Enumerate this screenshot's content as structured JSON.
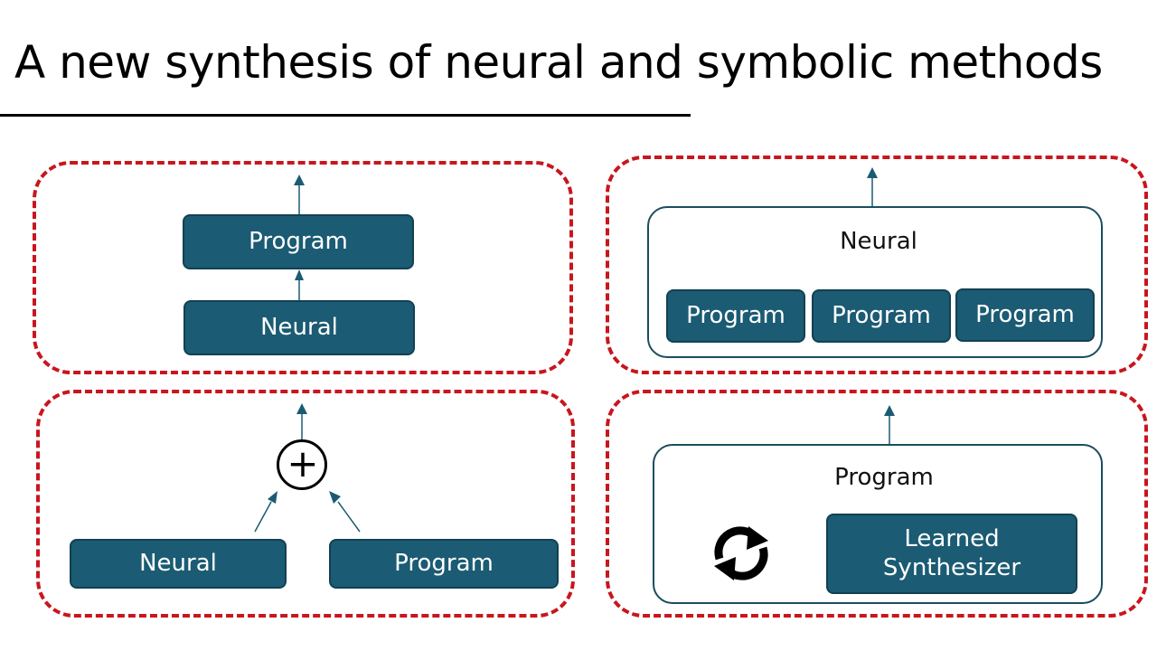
{
  "title": "A new synthesis of neural and symbolic methods",
  "panel_top_left": {
    "top_label": "Program",
    "bottom_label": "Neural"
  },
  "panel_bottom_left": {
    "operator": "+",
    "left_label": "Neural",
    "right_label": "Program"
  },
  "panel_top_right": {
    "container_label": "Neural",
    "items": [
      "Program",
      "Program",
      "Program"
    ]
  },
  "panel_bottom_right": {
    "container_label": "Program",
    "inner_label": "Learned Synthesizer",
    "icon": "refresh-cycle-icon"
  },
  "colors": {
    "box_fill": "#1b5b73",
    "dashed_border": "#c8161d",
    "arrow": "#1b5b73"
  }
}
